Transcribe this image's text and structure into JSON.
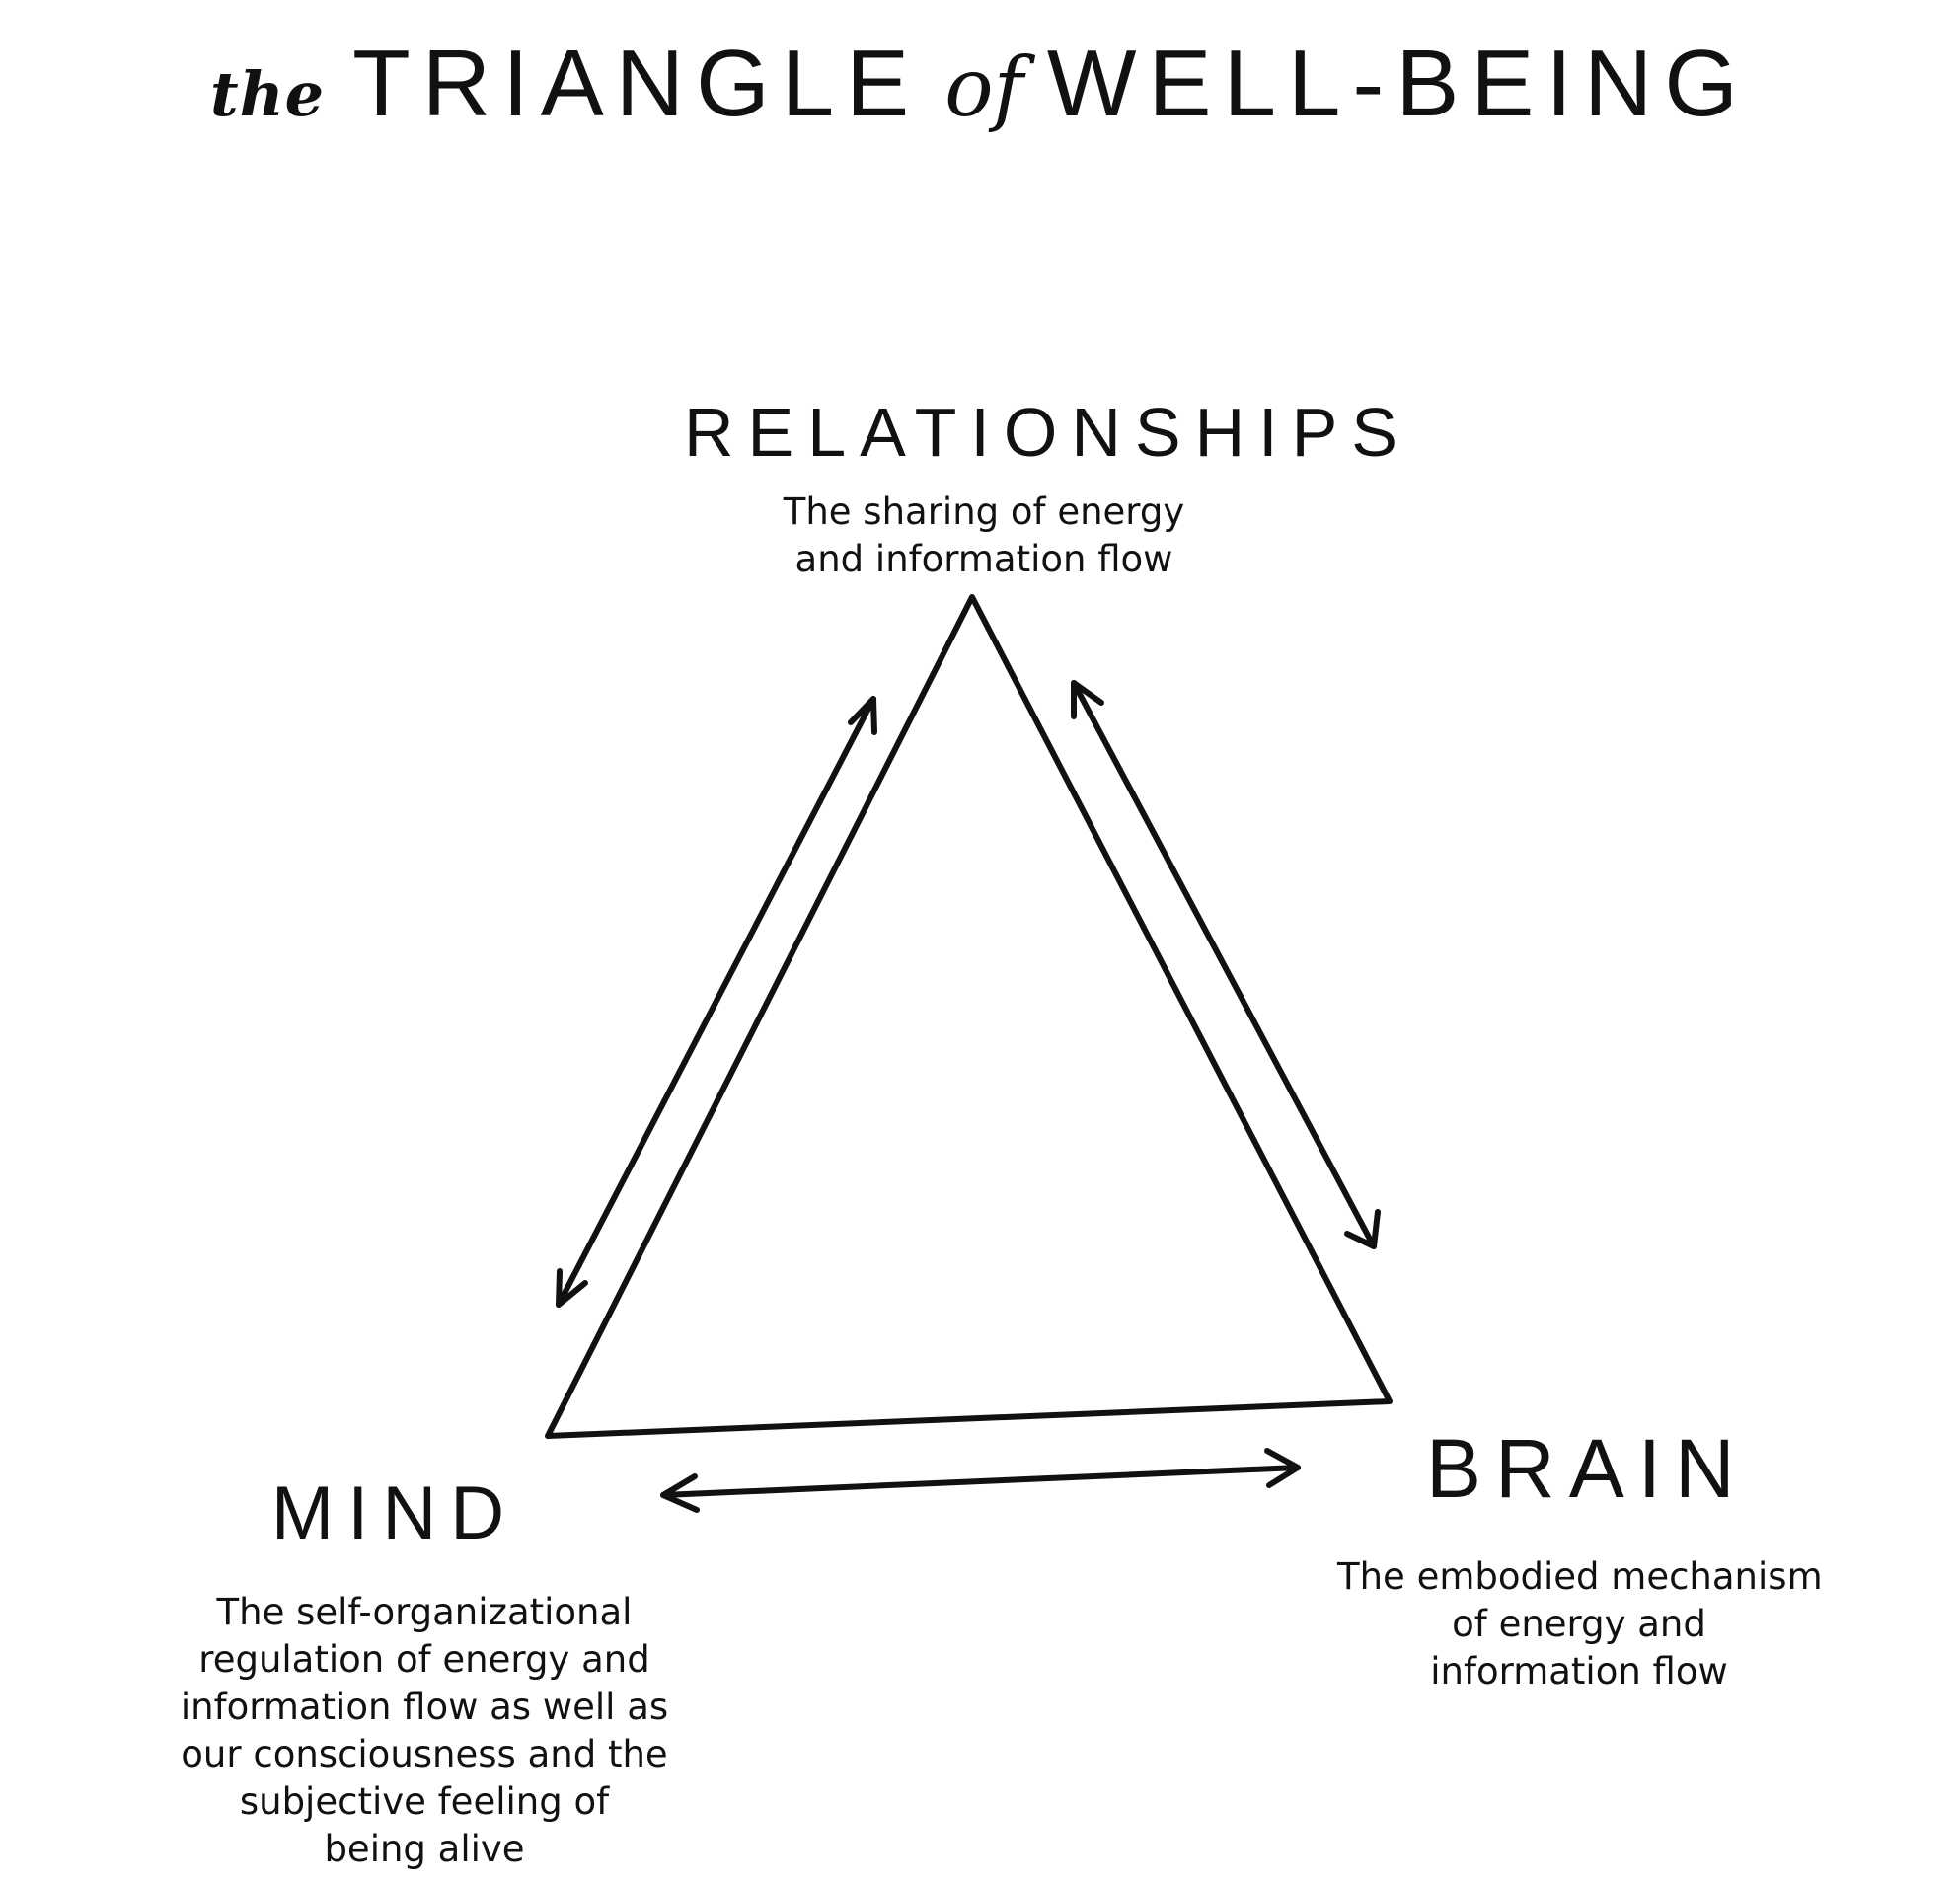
{
  "title": {
    "the": "the",
    "main_1": "TRIANGLE",
    "of": "of",
    "main_2": "WELL-BEING"
  },
  "nodes": {
    "relationships": {
      "label": "RELATIONSHIPS",
      "description": [
        "The sharing of energy",
        "and information flow"
      ]
    },
    "mind": {
      "label": "MIND",
      "description": [
        "The self-organizational",
        "regulation of energy and",
        "information flow as well as",
        "our consciousness and the",
        "subjective feeling of",
        "being alive"
      ]
    },
    "brain": {
      "label": "BRAIN",
      "description": [
        "The embodied mechanism",
        "of energy and",
        "information flow"
      ]
    }
  },
  "edges": [
    {
      "from": "mind",
      "to": "relationships",
      "direction": "bidirectional"
    },
    {
      "from": "relationships",
      "to": "brain",
      "direction": "bidirectional"
    },
    {
      "from": "mind",
      "to": "brain",
      "direction": "bidirectional"
    }
  ],
  "colors": {
    "ink": "#111111",
    "background": "#ffffff"
  }
}
